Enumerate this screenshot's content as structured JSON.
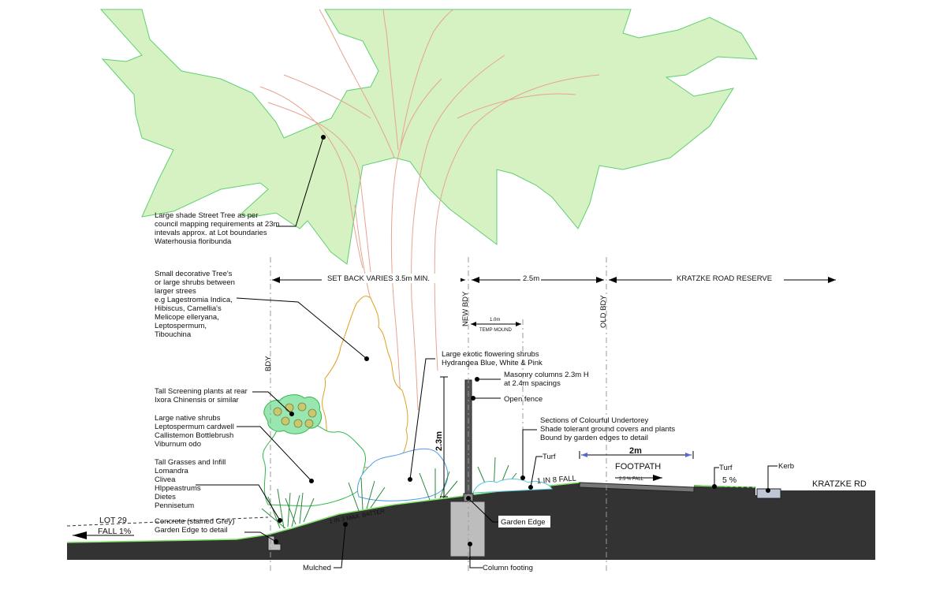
{
  "labels": {
    "street_tree": [
      "Large shade Street Tree as per",
      "council mapping requirements at 23m",
      "intevals approx. at Lot boundaries",
      "Waterhousia floribunda"
    ],
    "decorative": [
      "Small decorative Tree's",
      "or large shrubs between",
      "larger strees",
      "e.g Lagestromia Indica,",
      "Hibiscus, Camellia's",
      "Melicope elleryana,",
      "Leptospermum,",
      "Tibouchina"
    ],
    "screening": [
      "Tall Screening plants at rear",
      "Ixora Chinensis or similar"
    ],
    "native": [
      "Large native shrubs",
      "Leptospermum cardwell",
      "Callistemon Bottlebrush",
      "Viburnum odo"
    ],
    "grasses": [
      "Tall Grasses and Infill",
      "Lomandra",
      "Clivea",
      "Hlppeastrums",
      "Dietes",
      "Pennisetum"
    ],
    "exotic": [
      "Large exotic flowering shrubs",
      "Hydrangea Blue, White & Pink"
    ],
    "masonry": [
      "Masonry columns 2.3m H",
      "at 2.4m spacings"
    ],
    "open_fence": "Open fence",
    "undertorey": [
      "Sections of Colourful Undertorey",
      "Shade tolerant ground covers and plants",
      "Bound by garden edges to detail"
    ],
    "turf_1": "Turf",
    "turf_2": "Turf",
    "kerb": "Kerb",
    "garden_edge": "Garden Edge",
    "column_footing": "Column footing",
    "mulched": "Mulched",
    "concrete": [
      "Concrete (stained Grey)",
      "Garden Edge to detail"
    ],
    "lot29": "LOT 29",
    "fall1": "FALL 1%",
    "batter": "1 IN 3 MAX. BATTER",
    "in8fall": "1 IN 8 FALL",
    "footpath": "FOOTPATH",
    "footpath_fall": "2.5 % FALL",
    "five_pct": "5 %",
    "kratzke_rd": "KRATZKE RD",
    "bdy": "BDY",
    "new_bdy": "NEW BDY",
    "old_bdy": "OLD BDY",
    "height_23": "2.3m",
    "temp_mound": "TEMP MOUND"
  },
  "dimensions": {
    "setback": "SET BACK VARIES 3.5m MIN.",
    "width_25": "2.5m",
    "road_reserve": "KRATZKE  ROAD  RESERVE",
    "mound_10": "1.0m",
    "footpath_2m": "2m"
  },
  "colors": {
    "tree_canopy": "#d6f2c2",
    "canopy_outline": "#5fcf72",
    "trunk": "#e8a38e",
    "decorative_shrub": "#e0a020",
    "native_shrub": "#2fb84a",
    "exotic_shrub": "#4f9be8",
    "ground": "#333333",
    "turf_line": "#7de36a",
    "footing": "#bdbdbd"
  }
}
